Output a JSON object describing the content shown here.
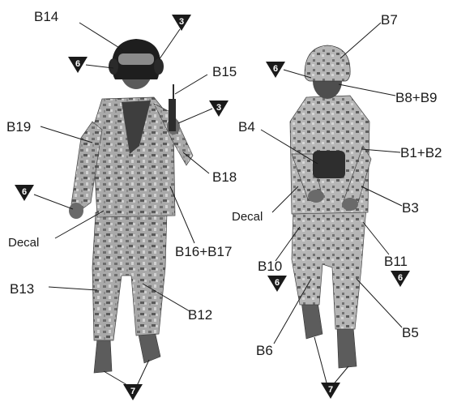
{
  "labels": {
    "b14": "B14",
    "b15": "B15",
    "b19": "B19",
    "b18": "B18",
    "decal_left": "Decal",
    "b16_b17": "B16+B17",
    "b13": "B13",
    "b12": "B12",
    "b7": "B7",
    "b8_b9": "B8+B9",
    "b4": "B4",
    "b1_b2": "B1+B2",
    "decal_right": "Decal",
    "b3": "B3",
    "b10": "B10",
    "b11": "B11",
    "b6": "B6",
    "b5": "B5"
  },
  "callouts": {
    "c_3_top": "3",
    "c_6_head_left": "6",
    "c_3_radio": "3",
    "c_6_hand_left": "6",
    "c_7_left": "7",
    "c_6_head_right": "6",
    "c_6_b10": "6",
    "c_6_b11": "6",
    "c_7_right": "7"
  },
  "colors": {
    "camo_light": "#b9b9b9",
    "camo_mid": "#8d8d8d",
    "camo_dark": "#4a4a4a",
    "callout": "#1a1a1a"
  }
}
